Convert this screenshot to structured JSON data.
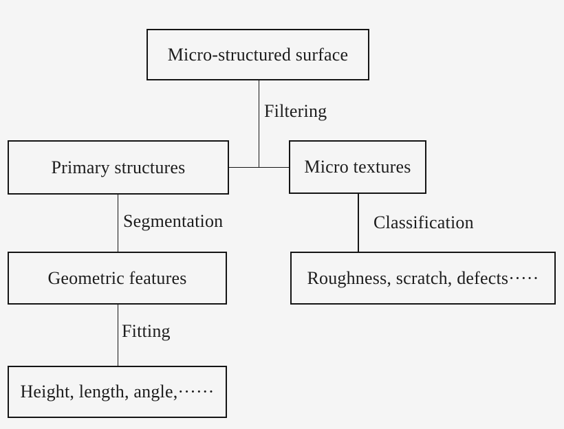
{
  "diagram": {
    "nodes": {
      "surface": {
        "label": "Micro-structured surface"
      },
      "primary": {
        "label": "Primary structures"
      },
      "textures": {
        "label": "Micro textures"
      },
      "geometric": {
        "label": "Geometric features"
      },
      "defects": {
        "label": "Roughness, scratch, defects·····"
      },
      "dimensions": {
        "label": "Height, length, angle,······"
      }
    },
    "edges": {
      "filtering": {
        "label": "Filtering"
      },
      "segmentation": {
        "label": "Segmentation"
      },
      "classification": {
        "label": "Classification"
      },
      "fitting": {
        "label": "Fitting"
      }
    },
    "colors": {
      "background": "#f5f5f5",
      "border": "#141414",
      "text": "#1c1c1c"
    }
  }
}
